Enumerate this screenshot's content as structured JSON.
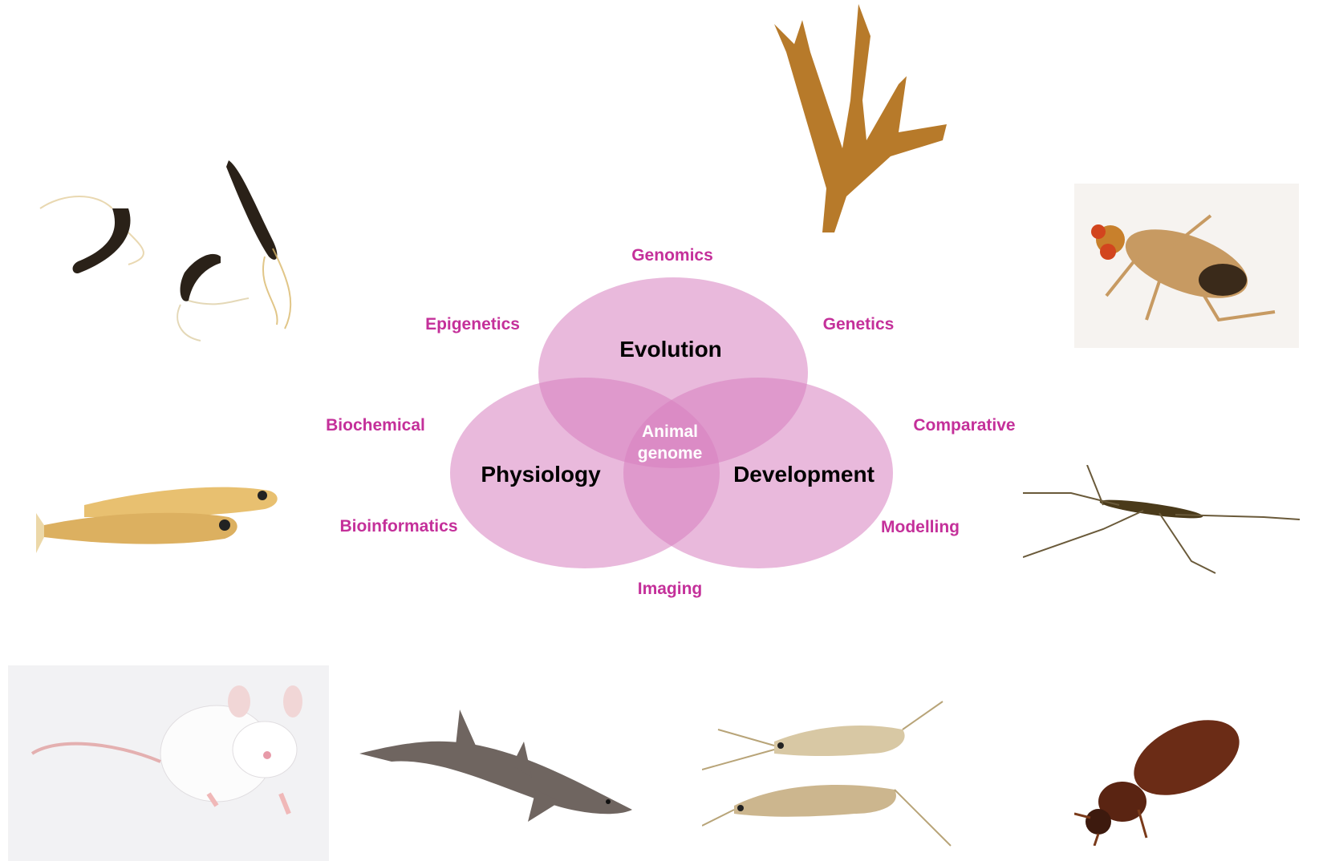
{
  "venn": {
    "sets": [
      {
        "id": "evolution",
        "label": "Evolution"
      },
      {
        "id": "physiology",
        "label": "Physiology"
      },
      {
        "id": "development",
        "label": "Development"
      }
    ],
    "intersection_label_line1": "Animal",
    "intersection_label_line2": "genome",
    "fill_color": "#d77fc0",
    "label_color": "#c4309a"
  },
  "approaches": {
    "genomics": "Genomics",
    "epigenetics": "Epigenetics",
    "genetics": "Genetics",
    "biochemical": "Biochemical",
    "comparative": "Comparative",
    "bioinformatics": "Bioinformatics",
    "modelling": "Modelling",
    "imaging": "Imaging"
  },
  "organisms": [
    "zebrafish-icon",
    "hydroid-icon",
    "fruit-fly-icon",
    "medaka-fish-icon",
    "water-strider-icon",
    "mouse-icon",
    "shark-icon",
    "amphipod-icon",
    "beetle-icon"
  ]
}
